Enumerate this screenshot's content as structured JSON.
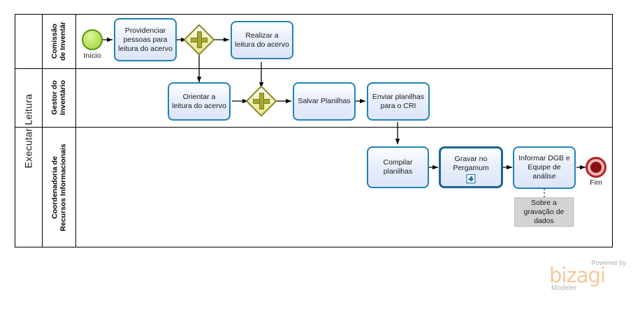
{
  "diagram": {
    "type": "bpmn-process",
    "pool": {
      "label": "Executar Leitura"
    },
    "lanes": [
      {
        "id": "lane-comissao",
        "label": "Comissão\nde Inventár"
      },
      {
        "id": "lane-gestor",
        "label": "Gestor do\nInventário"
      },
      {
        "id": "lane-cri",
        "label": "Coordenadoria de\nRecursos Informacionais"
      }
    ],
    "events": [
      {
        "id": "start",
        "kind": "start-event",
        "label": "Início",
        "color": "#b5e05a"
      },
      {
        "id": "end",
        "kind": "end-event",
        "label": "Fim",
        "color": "#8e0f10"
      }
    ],
    "gateways": [
      {
        "id": "gw1",
        "kind": "parallel-gateway",
        "label": "",
        "color": "#e6e68a"
      },
      {
        "id": "gw2",
        "kind": "parallel-gateway",
        "label": "",
        "color": "#e6e68a"
      }
    ],
    "tasks": [
      {
        "id": "t1",
        "label": "Providenciar pessoas para leitura do acervo",
        "lane": "lane-comissao",
        "subprocess": false
      },
      {
        "id": "t2",
        "label": "Realizar a leitura do acervo",
        "lane": "lane-comissao",
        "subprocess": false
      },
      {
        "id": "t3",
        "label": "Orientar a leitura do acervo",
        "lane": "lane-gestor",
        "subprocess": false
      },
      {
        "id": "t4",
        "label": "Salvar Planilhas",
        "lane": "lane-gestor",
        "subprocess": false
      },
      {
        "id": "t5",
        "label": "Enviar planilhas para o CRI",
        "lane": "lane-gestor",
        "subprocess": false
      },
      {
        "id": "t6",
        "label": "Compilar planilhas",
        "lane": "lane-cri",
        "subprocess": false
      },
      {
        "id": "t7",
        "label": "Gravar no Pergamum",
        "lane": "lane-cri",
        "subprocess": true
      },
      {
        "id": "t8",
        "label": "Informar DGB e Equipe de análise",
        "lane": "lane-cri",
        "subprocess": false
      }
    ],
    "annotations": [
      {
        "id": "a1",
        "label": "Sobre a gravação de dados",
        "attached_to": "t8"
      }
    ],
    "colors": {
      "task_border": "#2183b4",
      "task_fill": "#e3eafa",
      "subprocess_border": "#186694",
      "gateway_fill": "#e6e68a",
      "gateway_border": "#8a8a2b",
      "start_fill": "#b5e05a",
      "end_fill": "#8e0f10",
      "annotation_fill": "#d3d3d3",
      "pool_border": "#000000"
    }
  },
  "branding": {
    "powered_by": "Powered by",
    "product": "bizagi",
    "edition": "Modeler",
    "brand_color": "#f5c89a"
  }
}
